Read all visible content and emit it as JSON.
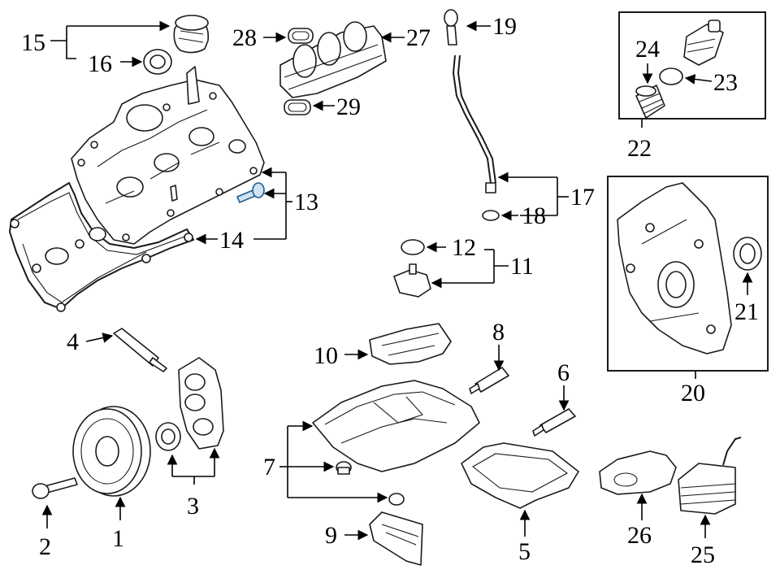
{
  "callouts": {
    "c1": "1",
    "c2": "2",
    "c3": "3",
    "c4": "4",
    "c5": "5",
    "c6": "6",
    "c7": "7",
    "c8": "8",
    "c9": "9",
    "c10": "10",
    "c11": "11",
    "c12": "12",
    "c13": "13",
    "c14": "14",
    "c15": "15",
    "c16": "16",
    "c17": "17",
    "c18": "18",
    "c19": "19",
    "c20": "20",
    "c21": "21",
    "c22": "22",
    "c23": "23",
    "c24": "24",
    "c25": "25",
    "c26": "26",
    "c27": "27",
    "c28": "28",
    "c29": "29"
  },
  "colors": {
    "highlight_fill": "#cfe3f3",
    "highlight_stroke": "#1e5b8e",
    "line": "#1a1a1a"
  }
}
